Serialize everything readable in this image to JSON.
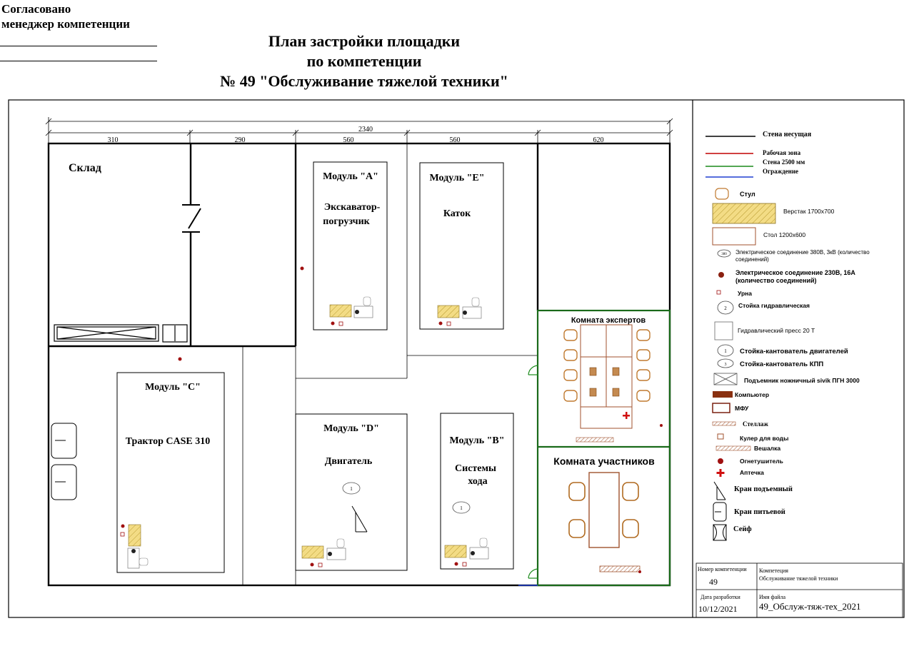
{
  "approval": {
    "line1": "Согласовано",
    "line2": "менеджер компетенции"
  },
  "title": {
    "line1": "План застройки площадки",
    "line2": "по компетенции",
    "line3": "№ 49 \"Обслуживание тяжелой техники\""
  },
  "dimensions": {
    "total": "2340",
    "d1": "310",
    "d2": "290",
    "d3": "560",
    "d4": "560",
    "d5": "620"
  },
  "rooms": {
    "warehouse": "Склад",
    "module_a_title": "Модуль \"А\"",
    "module_a_line1": "Экскаватор-",
    "module_a_line2": "погрузчик",
    "module_e_title": "Модуль \"Е\"",
    "module_e_desc": "Каток",
    "module_c_title": "Модуль \"С\"",
    "module_c_desc": "Трактор CASE 310",
    "module_d_title": "Модуль \"D\"",
    "module_d_desc": "Двигатель",
    "module_b_title": "Модуль \"В\"",
    "module_b_line1": "Системы",
    "module_b_line2": "хода",
    "experts_room": "Комната экспертов",
    "participants_room": "Комната участников",
    "stand_number": "1"
  },
  "legend": {
    "wall_bearing": "Стена несущая",
    "work_zone": "Рабочая зона",
    "wall_2500": "Стена 2500 мм",
    "fence": "Ограждение",
    "chair": "Стул",
    "workbench": "Верстак 1700х700",
    "table": "Стол 1200х600",
    "power380": "Электрическое соединение 380В, 3кВ (количество соединений)",
    "power230": "Электрическое соединение 230В, 16А (количество соединений)",
    "bin": "Урна",
    "hyd_stand": "Стойка гидравлическая",
    "press": "Гидравлический пресс 20 Т",
    "engine_stand": "Стойка-кантователь двигателей",
    "gearbox_stand": "Стойка-кантователь КПП",
    "lift": "Подъемник ножничный sivik ПГН 3000",
    "computer": "Компьютер",
    "mfp": "МФУ",
    "rack": "Стеллаж",
    "cooler": "Кулер для воды",
    "hanger": "Вешалка",
    "extinguisher": "Огнетушитель",
    "first_aid": "Аптечка",
    "crane_lift": "Кран подъемный",
    "crane_water": "Кран питьевой",
    "safe": "Сейф",
    "hyd_num": "2",
    "engine_num": "1",
    "gearbox_num": "3",
    "power380_num": "380"
  },
  "title_block": {
    "comp_number_label": "Номер компетенции",
    "comp_number": "49",
    "competence_label": "Компетеция",
    "competence_value": "Обслуживание тяжелой техники",
    "date_label": "Дата разработки",
    "date_value": "10/12/2021",
    "file_label": "Имя файла",
    "file_value": "49_Обслуж-тяж-тех_2021"
  },
  "colors": {
    "wall": "#000000",
    "work_zone": "#c00000",
    "wall_2500": "#1a8a1a",
    "fence": "#1f3fd0",
    "workbench": "#e8d27a",
    "furniture": "#a0522d",
    "extinguisher": "#a01010"
  }
}
